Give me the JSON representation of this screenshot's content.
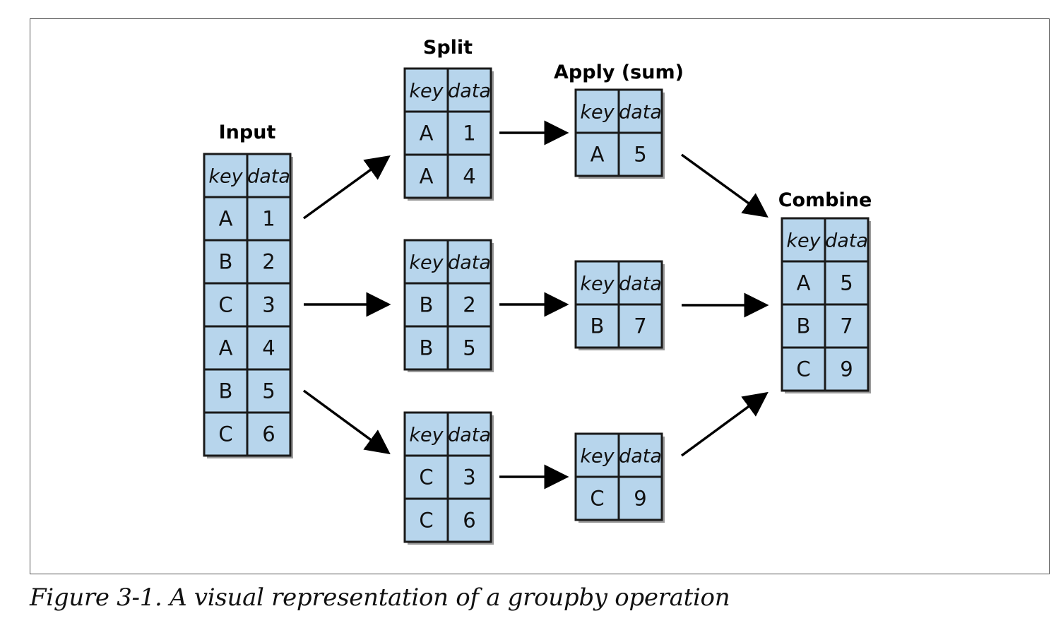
{
  "diagram": {
    "column_headers": [
      "key",
      "data"
    ],
    "input": {
      "title": "Input",
      "rows": [
        [
          "A",
          "1"
        ],
        [
          "B",
          "2"
        ],
        [
          "C",
          "3"
        ],
        [
          "A",
          "4"
        ],
        [
          "B",
          "5"
        ],
        [
          "C",
          "6"
        ]
      ]
    },
    "split": {
      "title": "Split",
      "groups": [
        [
          [
            "A",
            "1"
          ],
          [
            "A",
            "4"
          ]
        ],
        [
          [
            "B",
            "2"
          ],
          [
            "B",
            "5"
          ]
        ],
        [
          [
            "C",
            "3"
          ],
          [
            "C",
            "6"
          ]
        ]
      ]
    },
    "apply": {
      "title": "Apply (sum)",
      "groups": [
        [
          [
            "A",
            "5"
          ]
        ],
        [
          [
            "B",
            "7"
          ]
        ],
        [
          [
            "C",
            "9"
          ]
        ]
      ]
    },
    "combine": {
      "title": "Combine",
      "rows": [
        [
          "A",
          "5"
        ],
        [
          "B",
          "7"
        ],
        [
          "C",
          "9"
        ]
      ]
    },
    "colors": {
      "cell_fill": "#b7d5ec",
      "border": "#1a1a1a",
      "arrow": "#000000",
      "shadow": "#9a9a9a"
    }
  },
  "caption": "Figure 3-1. A visual representation of a groupby operation"
}
